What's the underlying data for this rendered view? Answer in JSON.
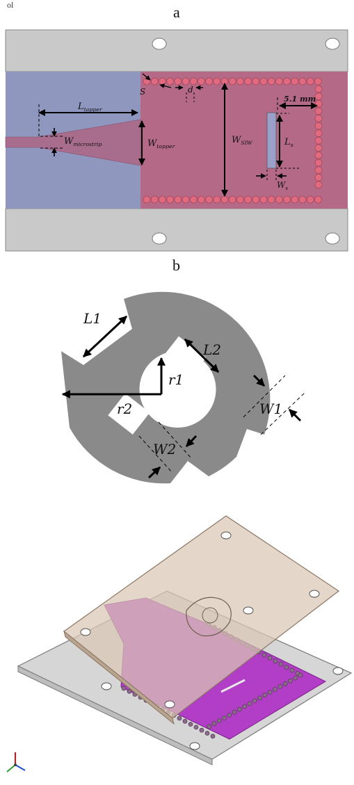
{
  "corner_mark": "ol",
  "panel_a": {
    "letter": "a",
    "labels": {
      "l_tapper": "L",
      "l_tapper_sub": "tapper",
      "w_microstrip": "W",
      "w_microstrip_sub": "microstrip",
      "w_tapper": "W",
      "w_tapper_sub": "tapper",
      "w_siw": "W",
      "w_siw_sub": "SIW",
      "s": "S",
      "d": "d",
      "dim_5_1": "5.1 mm",
      "l_s": "L",
      "l_s_sub": "s",
      "w_s": "W",
      "w_s_sub": "s"
    },
    "colors": {
      "frame": "#c9c9c9",
      "substrate_blue": "#8f97bf",
      "siw_red": "#b46a87",
      "via": "#e06b80",
      "hole": "#ffffff"
    }
  },
  "panel_b": {
    "letter": "b",
    "labels": {
      "L1": "L1",
      "L2": "L2",
      "r1": "r1",
      "r2": "r2",
      "W1": "W1",
      "W2": "W2"
    },
    "colors": {
      "disk": "#8a8a8a",
      "arrows": "#000000"
    }
  },
  "panel_3d": {
    "colors": {
      "top_plate": "#d9c6b4",
      "bottom_plate": "#d6d6d6",
      "metal": "#b23ec7",
      "via": "#8a6b8a"
    },
    "axes_icon": "xyz-axes-icon"
  }
}
